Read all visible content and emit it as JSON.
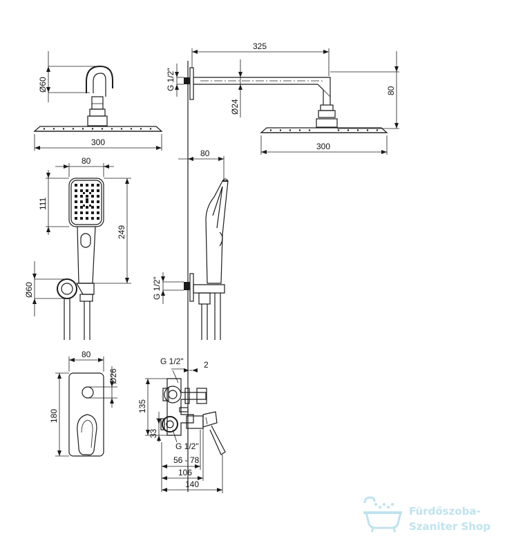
{
  "dimensions": {
    "arm_length": "325",
    "head_width_left": "300",
    "head_width_right": "300",
    "arm_drop": "80",
    "wall_flange_dia_top": "Ø60",
    "arm_tube_dia": "Ø24",
    "thread_top": "G 1/2\"",
    "hand_width": "80",
    "hand_head_height": "111",
    "hand_total_height": "249",
    "holder_dia": "Ø60",
    "thread_holder": "G 1/2\"",
    "holder_offset": "80",
    "plate_width": "80",
    "plate_height": "180",
    "knob_dia": "Ø26",
    "thread_valve_top": "G 1/2\"",
    "valve_gap": "2",
    "valve_height": "135",
    "valve_lower": "33",
    "thread_valve_bottom": "G 1/2\"",
    "depth_range": "56 - 78",
    "depth_106": "106",
    "depth_140": "140"
  },
  "watermark": {
    "line1": "Fürdőszoba-",
    "line2": "Szaniter Shop",
    "icon": "bathtub-icon",
    "color": "#bfe3ee"
  }
}
